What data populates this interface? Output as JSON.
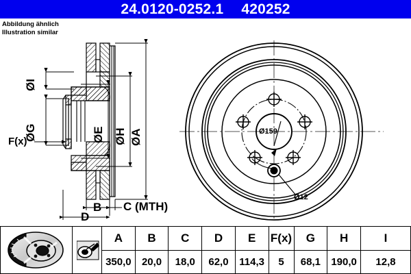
{
  "header": {
    "part_number": "24.0120-0252.1",
    "article_number": "420252",
    "background_color": "#0000EE",
    "text_color": "#FFFFFF"
  },
  "note": {
    "line_de": "Abbildung ähnlich",
    "line_en": "Illustration similar"
  },
  "drawing": {
    "section_view": {
      "dimension_labels": [
        {
          "id": "I",
          "label": "ØI"
        },
        {
          "id": "G",
          "label": "ØG"
        },
        {
          "id": "E",
          "label": "ØE"
        },
        {
          "id": "H",
          "label": "ØH"
        },
        {
          "id": "A",
          "label": "ØA"
        },
        {
          "id": "F",
          "label": "F(x)"
        },
        {
          "id": "B",
          "label": "B"
        },
        {
          "id": "C",
          "label": "C (MTH)"
        },
        {
          "id": "D",
          "label": "D"
        }
      ]
    },
    "face_view": {
      "callouts": [
        {
          "id": "hub-bore",
          "label": "Ø159"
        },
        {
          "id": "locating-hole",
          "label": "Ø12"
        }
      ]
    }
  },
  "table": {
    "icons": {
      "disc": "brake-disc-icon",
      "tool": "disc-thickness-gauge-icon"
    },
    "headers": [
      "A",
      "B",
      "C",
      "D",
      "E",
      "F(x)",
      "G",
      "H",
      "I"
    ],
    "values": [
      "350,0",
      "20,0",
      "18,0",
      "62,0",
      "114,3",
      "5",
      "68,1",
      "190,0",
      "12,8"
    ]
  }
}
